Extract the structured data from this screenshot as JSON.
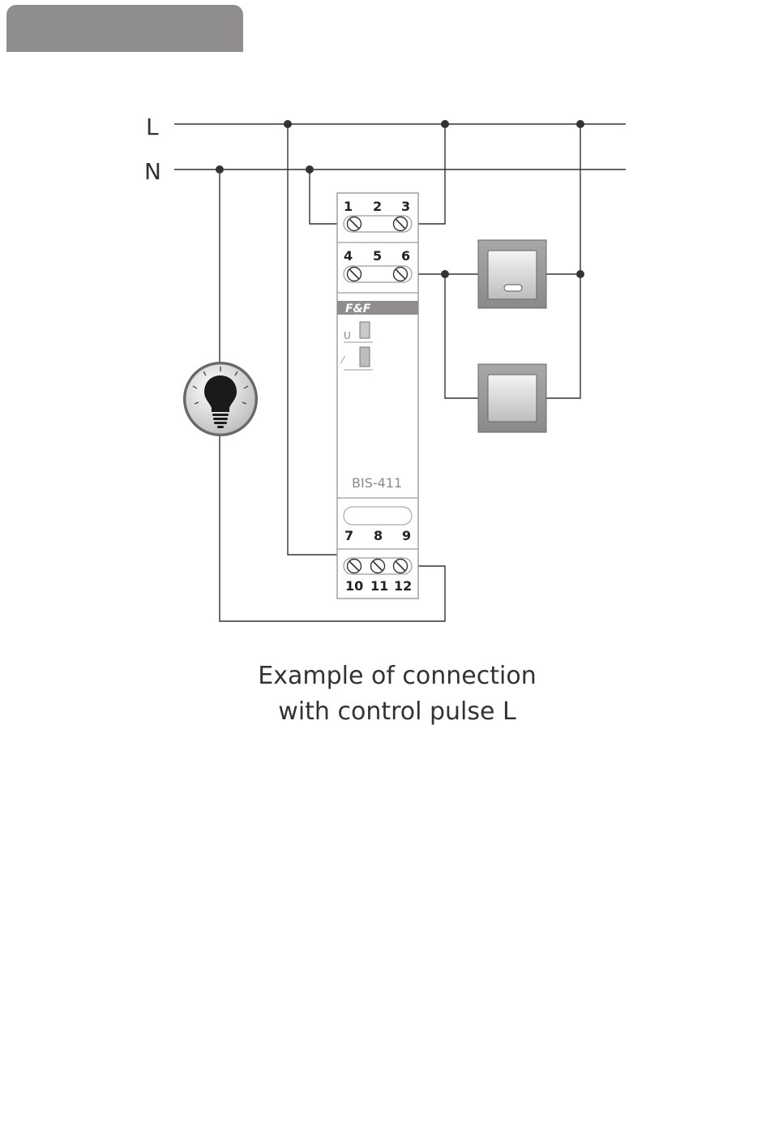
{
  "lines": {
    "live": "L",
    "neutral": "N"
  },
  "device": {
    "brand": "F&F",
    "model": "BIS-411",
    "led_power_label": "U",
    "led_relay_label": "⁄",
    "top_terminals_row1": [
      "1",
      "2",
      "3"
    ],
    "top_terminals_row2": [
      "4",
      "5",
      "6"
    ],
    "bottom_terminals_row1": [
      "7",
      "8",
      "9"
    ],
    "bottom_terminals_row2": [
      "10",
      "11",
      "12"
    ]
  },
  "caption": {
    "line1": "Example of connection",
    "line2": "with control pulse L"
  }
}
